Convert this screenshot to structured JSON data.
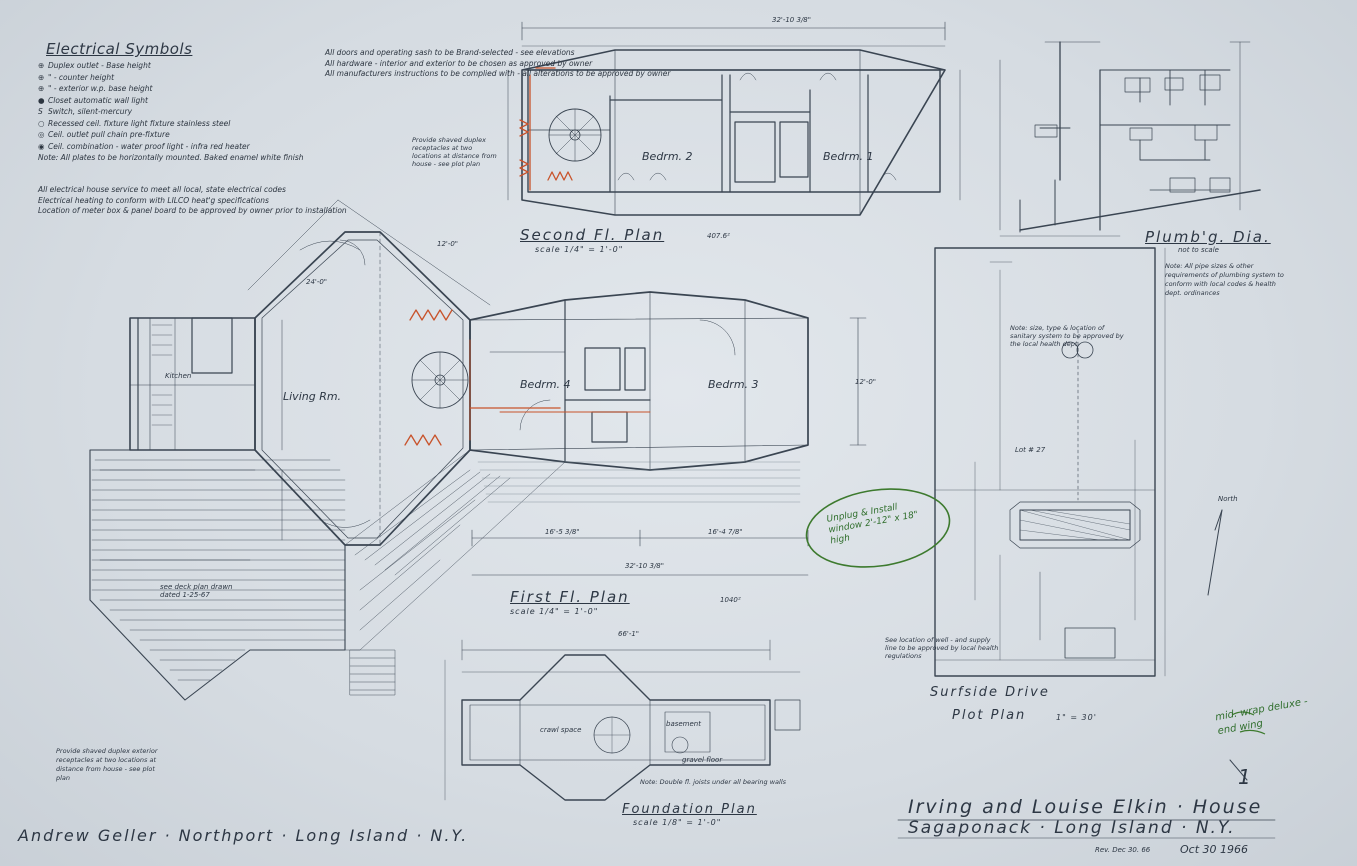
{
  "legend": {
    "title": "Electrical Symbols",
    "items": [
      {
        "symbol": "duplex-outlet-icon",
        "text": "Duplex outlet - Base height"
      },
      {
        "symbol": "duplex-outlet-icon",
        "text": "\" - counter height"
      },
      {
        "symbol": "duplex-outlet-icon",
        "text": "\" - exterior w.p. base height"
      },
      {
        "symbol": "closet-light-icon",
        "text": "Closet automatic wall light"
      },
      {
        "symbol": "switch-icon",
        "text": "Switch, silent-mercury"
      },
      {
        "symbol": "recessed-fixture-icon",
        "text": "Recessed ceil. fixture light fixture stainless steel"
      },
      {
        "symbol": "ceil-outlet-icon",
        "text": "Ceil. outlet pull chain pre-fixture"
      },
      {
        "symbol": "comb-fixture-icon",
        "text": "Ceil. combination - water proof light - infra red heater"
      }
    ],
    "note": "Note: All plates to be horizontally mounted. Baked enamel white finish",
    "bullets": [
      "All electrical house service to meet all local, state electrical codes",
      "Electrical heating to conform with LILCO heat'g specifications",
      "Location of meter box & panel board to be approved by owner prior to installation"
    ]
  },
  "general_notes": [
    "All doors and operating sash to be Brand-selected - see elevations",
    "All hardware - interior and exterior to be chosen as approved by owner",
    "All manufacturers instructions to be complied with - all alterations to be approved by owner"
  ],
  "second_floor": {
    "title": "Second Fl. Plan",
    "scale": "scale 1/4\" = 1'-0\"",
    "area": "407.6²",
    "rooms": [
      "Bedrm. 2",
      "Bedrm. 1"
    ],
    "overall_dim": "32'-10 3/8\""
  },
  "first_floor": {
    "title": "First Fl. Plan",
    "scale": "scale 1/4\" = 1'-0\"",
    "area": "1040²",
    "rooms": [
      "Living Rm.",
      "Kitchen",
      "Bedrm. 4",
      "Bedrm. 3"
    ],
    "dims": [
      "24'-0\"",
      "12'-0\"",
      "32'-10 3/8\"",
      "16'-5 3/8\"",
      "16'-4 7/8\"",
      "12'-0\""
    ],
    "deck_note": "see deck plan drawn dated 1-25-67",
    "deck_footnote": "Provide shaved duplex exterior receptacles at two locations at distance from house - see plot plan"
  },
  "foundation": {
    "title": "Foundation Plan",
    "scale": "scale 1/8\" = 1'-0\"",
    "overall_dim": "66'-1\"",
    "labels": [
      "crawl space",
      "basement",
      "gravel floor"
    ],
    "note": "Note: Double fl. joists under all bearing walls"
  },
  "plumbing": {
    "title": "Plumb'g. Dia.",
    "scale": "not to scale",
    "note": "Note: All pipe sizes & other requirements of plumbing system to conform with local codes & health dept. ordinances"
  },
  "plot": {
    "title": "Plot Plan",
    "street": "Surfside Drive",
    "scale": "1\" = 30'",
    "lot": "Lot # 27",
    "north": "North",
    "note_top": "Note: size, type & location of sanitary system to be approved by the local health dept.",
    "note_bottom": "See location of well - and supply line to be approved by local health regulations"
  },
  "annotations": {
    "green_circled": "Unplug & Install window 2'-12\" x 18\" high",
    "green_margin": "mid. wrap deluxe - end wing",
    "side_note": "Provide shaved duplex receptacles at two locations at distance from house - see plot plan"
  },
  "title_block": {
    "project": "Irving and Louise Elkin · House",
    "location": "Sagaponack · Long Island · N.Y.",
    "architect": "Andrew Geller · Northport · Long Island · N.Y.",
    "date": "Oct 30 1966",
    "revision": "Rev. Dec 30. 66",
    "sheet_no": "1"
  },
  "colors": {
    "paper": "#d7dde3",
    "ink": "#2c3540",
    "red_pencil": "#c8532b",
    "green_pencil": "#2f6e2c"
  }
}
